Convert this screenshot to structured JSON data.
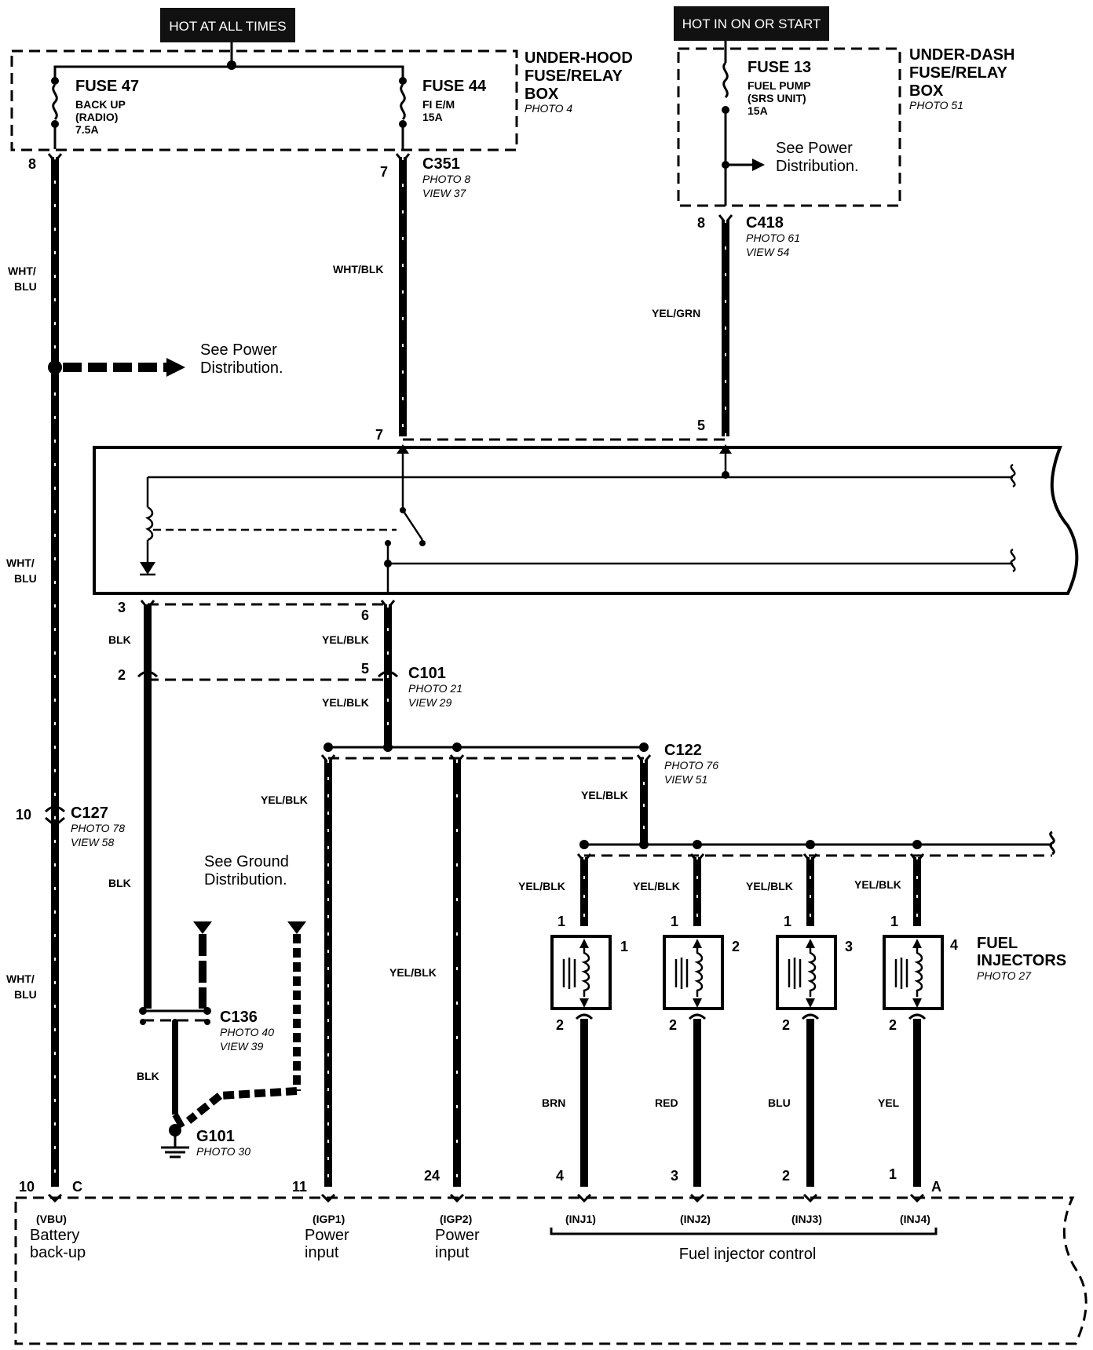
{
  "header_tags": {
    "hot_always": "HOT AT ALL TIMES",
    "hot_on_start": "HOT IN ON OR START"
  },
  "boxes": {
    "under_hood": {
      "line1": "UNDER-HOOD",
      "line2": "FUSE/RELAY",
      "line3": "BOX",
      "photo": "PHOTO 4"
    },
    "under_dash": {
      "line1": "UNDER-DASH",
      "line2": "FUSE/RELAY",
      "line3": "BOX",
      "photo": "PHOTO 51"
    }
  },
  "fuses": {
    "f47": {
      "name": "FUSE 47",
      "d1": "BACK UP",
      "d2": "(RADIO)",
      "amp": "7.5A"
    },
    "f44": {
      "name": "FUSE 44",
      "d1": "FI E/M",
      "amp": "15A"
    },
    "f13": {
      "name": "FUSE 13",
      "d1": "FUEL PUMP",
      "d2": "(SRS UNIT)",
      "amp": "15A"
    }
  },
  "connectors": {
    "c351": {
      "name": "C351",
      "photo": "PHOTO 8",
      "view": "VIEW 37"
    },
    "c418": {
      "name": "C418",
      "photo": "PHOTO 61",
      "view": "VIEW 54"
    },
    "c101": {
      "name": "C101",
      "photo": "PHOTO 21",
      "view": "VIEW 29"
    },
    "c122": {
      "name": "C122",
      "photo": "PHOTO 76",
      "view": "VIEW 51"
    },
    "c127": {
      "name": "C127",
      "photo": "PHOTO 78",
      "view": "VIEW 58"
    },
    "c136": {
      "name": "C136",
      "photo": "PHOTO 40",
      "view": "VIEW 39"
    },
    "g101": {
      "name": "G101",
      "photo": "PHOTO 30"
    }
  },
  "notes": {
    "power1_a": "See Power",
    "power1_b": "Distribution.",
    "power2_a": "See Power",
    "power2_b": "Distribution.",
    "ground_a": "See Ground",
    "ground_b": "Distribution."
  },
  "wire_colors": {
    "wht_blu_a": "WHT/",
    "wht_blu_b": "BLU",
    "wht_blk": "WHT/BLK",
    "yel_grn": "YEL/GRN",
    "blk": "BLK",
    "yel_blk": "YEL/BLK",
    "brn": "BRN",
    "red": "RED",
    "blu": "BLU",
    "yel": "YEL"
  },
  "pins": {
    "p8": "8",
    "p7": "7",
    "p3": "3",
    "p2": "2",
    "p6": "6",
    "p5": "5",
    "p10": "10",
    "p11": "11",
    "p24": "24",
    "p4": "4",
    "p1": "1",
    "pC": "C",
    "pA": "A"
  },
  "injectors": {
    "title1": "FUEL",
    "title2": "INJECTORS",
    "photo": "PHOTO 27",
    "nums": [
      "1",
      "2",
      "3",
      "4"
    ]
  },
  "ecm": {
    "vbu": "(VBU)",
    "vbu_a": "Battery",
    "vbu_b": "back-up",
    "igp1": "(IGP1)",
    "igp1_a": "Power",
    "igp1_b": "input",
    "igp2": "(IGP2)",
    "igp2_a": "Power",
    "igp2_b": "input",
    "inj": [
      "(INJ1)",
      "(INJ2)",
      "(INJ3)",
      "(INJ4)"
    ],
    "inj_group": "Fuel injector control"
  }
}
